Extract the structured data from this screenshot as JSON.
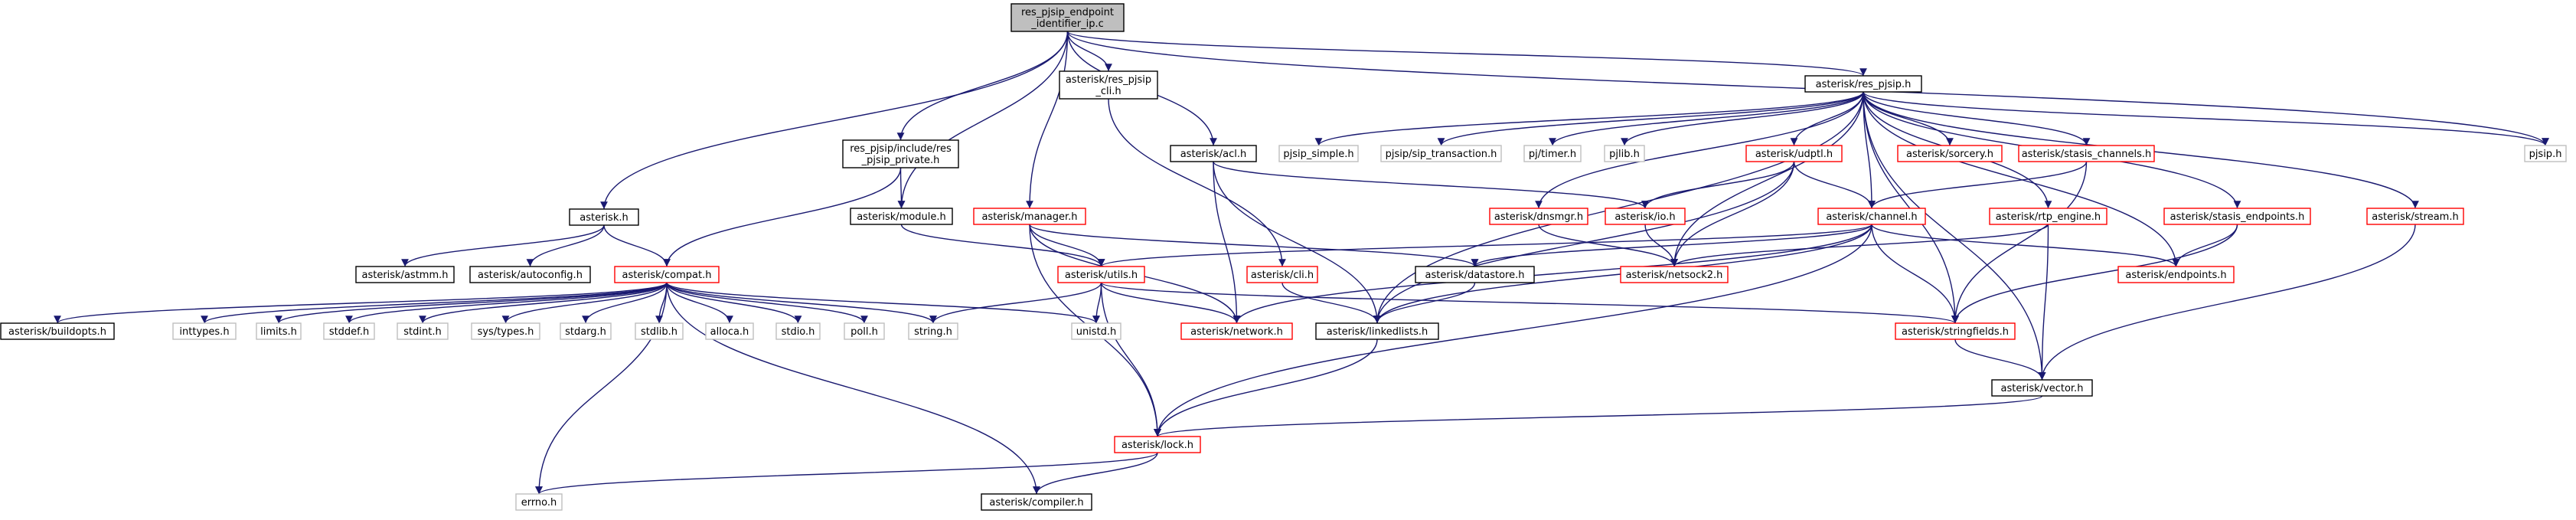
{
  "colors": {
    "root_fill": "#bfbfbf",
    "normal_border": "#000000",
    "incomplete_border": "#ff0000",
    "external_border": "#bfbfbf",
    "external_text": "#404040",
    "edge": "#191970"
  },
  "graph": {
    "nodes": [
      {
        "id": "root",
        "lines": [
          "res_pjsip_endpoint",
          "_identifier_ip.c"
        ],
        "style": "root"
      },
      {
        "id": "res_pjsip",
        "lines": [
          "asterisk/res_pjsip.h"
        ],
        "style": "normal"
      },
      {
        "id": "res_pjsip_cli",
        "lines": [
          "asterisk/res_pjsip",
          "_cli.h"
        ],
        "style": "normal"
      },
      {
        "id": "private",
        "lines": [
          "res_pjsip/include/res",
          "_pjsip_private.h"
        ],
        "style": "normal"
      },
      {
        "id": "acl",
        "lines": [
          "asterisk/acl.h"
        ],
        "style": "normal"
      },
      {
        "id": "asterisk",
        "lines": [
          "asterisk.h"
        ],
        "style": "normal"
      },
      {
        "id": "module",
        "lines": [
          "asterisk/module.h"
        ],
        "style": "normal"
      },
      {
        "id": "manager",
        "lines": [
          "asterisk/manager.h"
        ],
        "style": "incomplete"
      },
      {
        "id": "astmm",
        "lines": [
          "asterisk/astmm.h"
        ],
        "style": "normal"
      },
      {
        "id": "autoconfig",
        "lines": [
          "asterisk/autoconfig.h"
        ],
        "style": "normal"
      },
      {
        "id": "compat",
        "lines": [
          "asterisk/compat.h"
        ],
        "style": "incomplete"
      },
      {
        "id": "buildopts",
        "lines": [
          "asterisk/buildopts.h"
        ],
        "style": "normal"
      },
      {
        "id": "inttypes",
        "lines": [
          "inttypes.h"
        ],
        "style": "external"
      },
      {
        "id": "limits",
        "lines": [
          "limits.h"
        ],
        "style": "external"
      },
      {
        "id": "stddef",
        "lines": [
          "stddef.h"
        ],
        "style": "external"
      },
      {
        "id": "stdint",
        "lines": [
          "stdint.h"
        ],
        "style": "external"
      },
      {
        "id": "systypes",
        "lines": [
          "sys/types.h"
        ],
        "style": "external"
      },
      {
        "id": "stdarg",
        "lines": [
          "stdarg.h"
        ],
        "style": "external"
      },
      {
        "id": "stdlib",
        "lines": [
          "stdlib.h"
        ],
        "style": "external"
      },
      {
        "id": "alloca",
        "lines": [
          "alloca.h"
        ],
        "style": "external"
      },
      {
        "id": "stdio",
        "lines": [
          "stdio.h"
        ],
        "style": "external"
      },
      {
        "id": "poll",
        "lines": [
          "poll.h"
        ],
        "style": "external"
      },
      {
        "id": "string",
        "lines": [
          "string.h"
        ],
        "style": "external"
      },
      {
        "id": "unistd",
        "lines": [
          "unistd.h"
        ],
        "style": "external"
      },
      {
        "id": "errno",
        "lines": [
          "errno.h"
        ],
        "style": "external"
      },
      {
        "id": "compiler",
        "lines": [
          "asterisk/compiler.h"
        ],
        "style": "normal"
      },
      {
        "id": "utils",
        "lines": [
          "asterisk/utils.h"
        ],
        "style": "incomplete"
      },
      {
        "id": "cli",
        "lines": [
          "asterisk/cli.h"
        ],
        "style": "incomplete"
      },
      {
        "id": "network",
        "lines": [
          "asterisk/network.h"
        ],
        "style": "incomplete"
      },
      {
        "id": "linkedlists",
        "lines": [
          "asterisk/linkedlists.h"
        ],
        "style": "normal"
      },
      {
        "id": "lock",
        "lines": [
          "asterisk/lock.h"
        ],
        "style": "incomplete"
      },
      {
        "id": "datastore",
        "lines": [
          "asterisk/datastore.h"
        ],
        "style": "normal"
      },
      {
        "id": "pjsip_simple",
        "lines": [
          "pjsip_simple.h"
        ],
        "style": "external"
      },
      {
        "id": "pjsip_sip_transaction",
        "lines": [
          "pjsip/sip_transaction.h"
        ],
        "style": "external"
      },
      {
        "id": "pj_timer",
        "lines": [
          "pj/timer.h"
        ],
        "style": "external"
      },
      {
        "id": "pjlib",
        "lines": [
          "pjlib.h"
        ],
        "style": "external"
      },
      {
        "id": "udptl",
        "lines": [
          "asterisk/udptl.h"
        ],
        "style": "incomplete"
      },
      {
        "id": "sorcery",
        "lines": [
          "asterisk/sorcery.h"
        ],
        "style": "incomplete"
      },
      {
        "id": "stasis_channels",
        "lines": [
          "asterisk/stasis_channels.h"
        ],
        "style": "incomplete"
      },
      {
        "id": "pjsip",
        "lines": [
          "pjsip.h"
        ],
        "style": "external"
      },
      {
        "id": "dnsmgr",
        "lines": [
          "asterisk/dnsmgr.h"
        ],
        "style": "incomplete"
      },
      {
        "id": "io",
        "lines": [
          "asterisk/io.h"
        ],
        "style": "incomplete"
      },
      {
        "id": "channel",
        "lines": [
          "asterisk/channel.h"
        ],
        "style": "incomplete"
      },
      {
        "id": "rtp_engine",
        "lines": [
          "asterisk/rtp_engine.h"
        ],
        "style": "incomplete"
      },
      {
        "id": "stasis_endpoints",
        "lines": [
          "asterisk/stasis_endpoints.h"
        ],
        "style": "incomplete"
      },
      {
        "id": "stream",
        "lines": [
          "asterisk/stream.h"
        ],
        "style": "incomplete"
      },
      {
        "id": "netsock2",
        "lines": [
          "asterisk/netsock2.h"
        ],
        "style": "incomplete"
      },
      {
        "id": "endpoints",
        "lines": [
          "asterisk/endpoints.h"
        ],
        "style": "incomplete"
      },
      {
        "id": "stringfields",
        "lines": [
          "asterisk/stringfields.h"
        ],
        "style": "incomplete"
      },
      {
        "id": "vector",
        "lines": [
          "asterisk/vector.h"
        ],
        "style": "normal"
      }
    ],
    "edges": [
      [
        "root",
        "res_pjsip"
      ],
      [
        "root",
        "res_pjsip_cli"
      ],
      [
        "root",
        "private"
      ],
      [
        "root",
        "acl"
      ],
      [
        "root",
        "asterisk"
      ],
      [
        "root",
        "module"
      ],
      [
        "root",
        "manager"
      ],
      [
        "root",
        "pjsip"
      ],
      [
        "asterisk",
        "astmm"
      ],
      [
        "asterisk",
        "autoconfig"
      ],
      [
        "asterisk",
        "compat"
      ],
      [
        "private",
        "module"
      ],
      [
        "private",
        "compat"
      ],
      [
        "compat",
        "buildopts"
      ],
      [
        "compat",
        "inttypes"
      ],
      [
        "compat",
        "limits"
      ],
      [
        "compat",
        "stddef"
      ],
      [
        "compat",
        "stdint"
      ],
      [
        "compat",
        "systypes"
      ],
      [
        "compat",
        "stdarg"
      ],
      [
        "compat",
        "stdlib"
      ],
      [
        "compat",
        "alloca"
      ],
      [
        "compat",
        "stdio"
      ],
      [
        "compat",
        "poll"
      ],
      [
        "compat",
        "string"
      ],
      [
        "compat",
        "unistd"
      ],
      [
        "compat",
        "errno"
      ],
      [
        "compat",
        "compiler"
      ],
      [
        "module",
        "utils"
      ],
      [
        "manager",
        "utils"
      ],
      [
        "manager",
        "network"
      ],
      [
        "manager",
        "lock"
      ],
      [
        "manager",
        "datastore"
      ],
      [
        "res_pjsip_cli",
        "cli"
      ],
      [
        "acl",
        "network"
      ],
      [
        "acl",
        "io"
      ],
      [
        "acl",
        "linkedlists"
      ],
      [
        "utils",
        "string"
      ],
      [
        "utils",
        "unistd"
      ],
      [
        "utils",
        "network"
      ],
      [
        "utils",
        "lock"
      ],
      [
        "utils",
        "stringfields"
      ],
      [
        "cli",
        "linkedlists"
      ],
      [
        "linkedlists",
        "lock"
      ],
      [
        "lock",
        "errno"
      ],
      [
        "lock",
        "compiler"
      ],
      [
        "datastore",
        "linkedlists"
      ],
      [
        "res_pjsip",
        "pjsip_simple"
      ],
      [
        "res_pjsip",
        "pjsip_sip_transaction"
      ],
      [
        "res_pjsip",
        "pj_timer"
      ],
      [
        "res_pjsip",
        "pjlib"
      ],
      [
        "res_pjsip",
        "udptl"
      ],
      [
        "res_pjsip",
        "sorcery"
      ],
      [
        "res_pjsip",
        "stasis_channels"
      ],
      [
        "res_pjsip",
        "pjsip"
      ],
      [
        "res_pjsip",
        "dnsmgr"
      ],
      [
        "res_pjsip",
        "channel"
      ],
      [
        "res_pjsip",
        "rtp_engine"
      ],
      [
        "res_pjsip",
        "stasis_endpoints"
      ],
      [
        "res_pjsip",
        "stream"
      ],
      [
        "res_pjsip",
        "linkedlists"
      ],
      [
        "res_pjsip",
        "netsock2"
      ],
      [
        "res_pjsip",
        "endpoints"
      ],
      [
        "res_pjsip",
        "stringfields"
      ],
      [
        "res_pjsip",
        "vector"
      ],
      [
        "udptl",
        "io"
      ],
      [
        "udptl",
        "netsock2"
      ],
      [
        "udptl",
        "channel"
      ],
      [
        "udptl",
        "linkedlists"
      ],
      [
        "stasis_channels",
        "channel"
      ],
      [
        "stasis_channels",
        "stringfields"
      ],
      [
        "dnsmgr",
        "netsock2"
      ],
      [
        "io",
        "netsock2"
      ],
      [
        "channel",
        "utils"
      ],
      [
        "channel",
        "datastore"
      ],
      [
        "channel",
        "network"
      ],
      [
        "channel",
        "linkedlists"
      ],
      [
        "channel",
        "lock"
      ],
      [
        "channel",
        "endpoints"
      ],
      [
        "channel",
        "stringfields"
      ],
      [
        "rtp_engine",
        "netsock2"
      ],
      [
        "rtp_engine",
        "vector"
      ],
      [
        "stasis_endpoints",
        "endpoints"
      ],
      [
        "stasis_endpoints",
        "stringfields"
      ],
      [
        "stream",
        "vector"
      ],
      [
        "stringfields",
        "vector"
      ],
      [
        "vector",
        "lock"
      ]
    ]
  }
}
